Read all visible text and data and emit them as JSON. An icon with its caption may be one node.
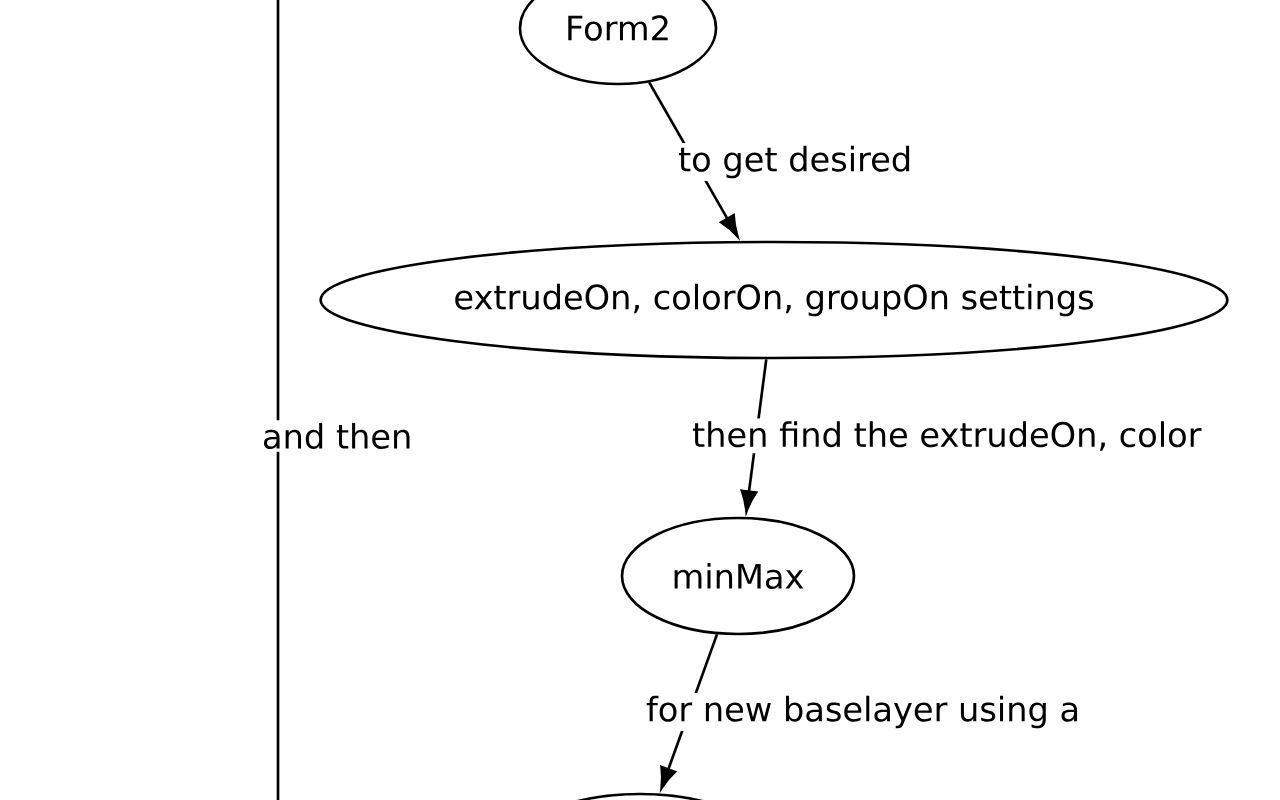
{
  "diagram": {
    "nodes": [
      {
        "text": [
          "Form2"
        ]
      },
      {
        "text": [
          "extrudeOn, colorOn, groupOn settings"
        ]
      },
      {
        "text": [
          "minMax"
        ]
      },
      {
        "text": [],
        "shape": "ellipse"
      }
    ],
    "edges": [
      {
        "from": 0,
        "to": 1,
        "arrow": "to",
        "label": "to get desired"
      },
      {
        "from": 1,
        "to": 2,
        "arrow": "to",
        "label": "then find the extrudeOn, color"
      },
      {
        "from": 2,
        "to": 3,
        "arrow": "to",
        "label": "for new baselayer using a"
      },
      {
        "from": null,
        "to": 3,
        "arrow": "none",
        "label": "and then"
      }
    ]
  }
}
